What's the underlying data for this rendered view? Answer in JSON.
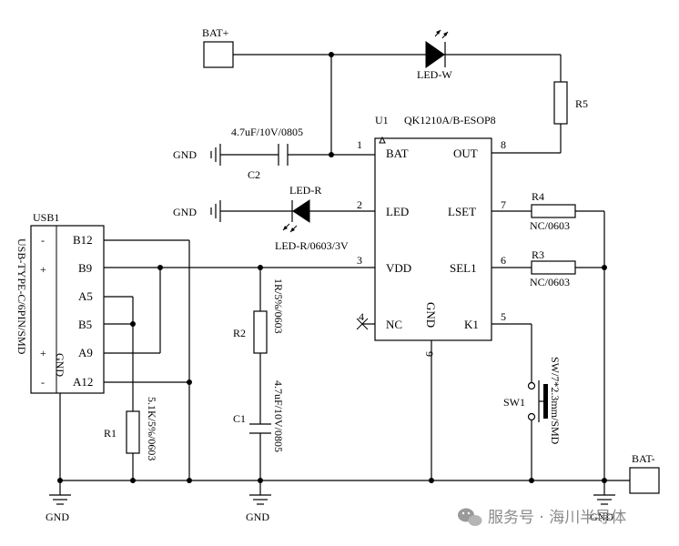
{
  "nets": {
    "bat_plus": "BAT+",
    "bat_minus": "BAT-",
    "gnd": "GND"
  },
  "u1": {
    "ref": "U1",
    "part": "QK1210A/B-ESOP8",
    "pins": {
      "bat": "BAT",
      "led": "LED",
      "vdd": "VDD",
      "nc": "NC",
      "out": "OUT",
      "lset": "LSET",
      "sel1": "SEL1",
      "k1": "K1",
      "gnd": "GND"
    },
    "pin_numbers": {
      "p1": "1",
      "p2": "2",
      "p3": "3",
      "p4": "4",
      "p5": "5",
      "p6": "6",
      "p7": "7",
      "p8": "8",
      "p9": "9"
    }
  },
  "usb": {
    "ref": "USB1",
    "part": "USB-TYPE-C/6PIN/SMD",
    "pins": {
      "b12": "B12",
      "b9": "B9",
      "a5": "A5",
      "b5": "B5",
      "a9": "A9",
      "a12": "A12"
    },
    "inner_gnd": "GND",
    "marks": {
      "minus": "-",
      "plus": "+"
    }
  },
  "c2": {
    "ref": "C2",
    "value": "4.7uF/10V/0805"
  },
  "c1": {
    "ref": "C1",
    "value": "4.7uF/10V/0805"
  },
  "r1": {
    "ref": "R1",
    "value": "5.1K/5%/0603"
  },
  "r2": {
    "ref": "R2",
    "value": "1R/5%/0603"
  },
  "r3": {
    "ref": "R3",
    "value": "NC/0603"
  },
  "r4": {
    "ref": "R4",
    "value": "NC/0603"
  },
  "r5": {
    "ref": "R5"
  },
  "led_w": {
    "ref": "LED-W"
  },
  "led_r": {
    "ref": "LED-R",
    "value": "LED-R/0603/3V"
  },
  "sw1": {
    "ref": "SW1",
    "value": "SW/7*2.3mm/SMD"
  },
  "watermark": "服务号 · 海川半导体"
}
